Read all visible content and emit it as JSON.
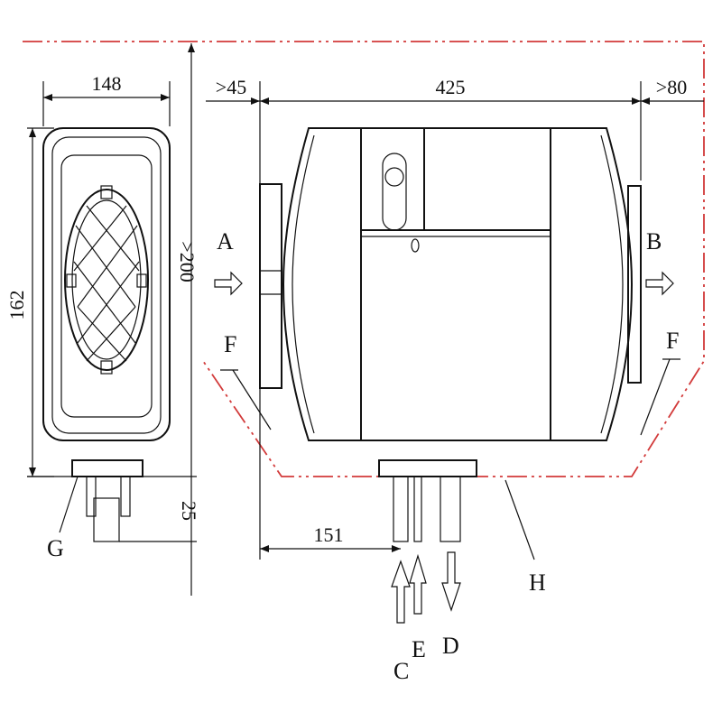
{
  "dimensions": {
    "front_width": "148",
    "front_height": "162",
    "front_clearance": ">200",
    "outlet_length": "25",
    "side_front_clearance": ">45",
    "side_length": "425",
    "side_rear_clearance": ">80",
    "port_offset": "151"
  },
  "labels": {
    "A": "A",
    "B": "B",
    "C": "C",
    "D": "D",
    "E": "E",
    "F_left": "F",
    "F_right": "F",
    "G": "G",
    "H": "H"
  },
  "colors": {
    "line": "#111111",
    "clearance_boundary": "#d23a3a"
  }
}
